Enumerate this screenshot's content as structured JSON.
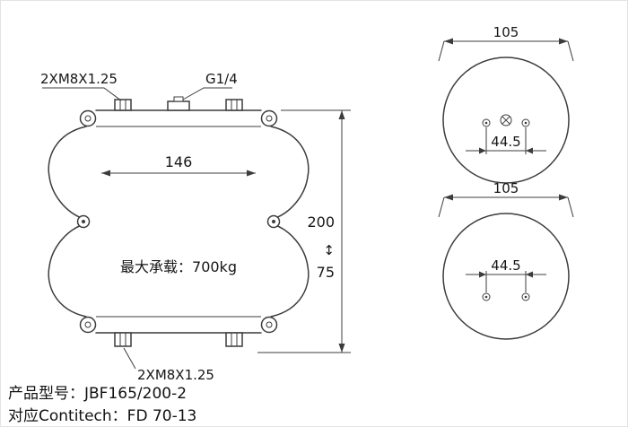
{
  "page": {
    "background": "#ffffff",
    "line_color": "#3c3c3c"
  },
  "side_view": {
    "top_bolt_label": "2XM8X1.25",
    "fitting_label": "G1/4",
    "width_dim": "146",
    "load_label": "最大承载：700kg",
    "height_max": "200",
    "height_range_symbol": "↕",
    "height_min": "75",
    "bottom_bolt_label": "2XM8X1.25"
  },
  "top_views": [
    {
      "diameter_dim": "105",
      "bolt_spacing_dim": "44.5"
    },
    {
      "diameter_dim": "105",
      "bolt_spacing_dim": "44.5"
    }
  ],
  "footer": {
    "model_line": "产品型号：JBF165/200-2",
    "reference_line": "对应Contitech：FD 70-13"
  }
}
